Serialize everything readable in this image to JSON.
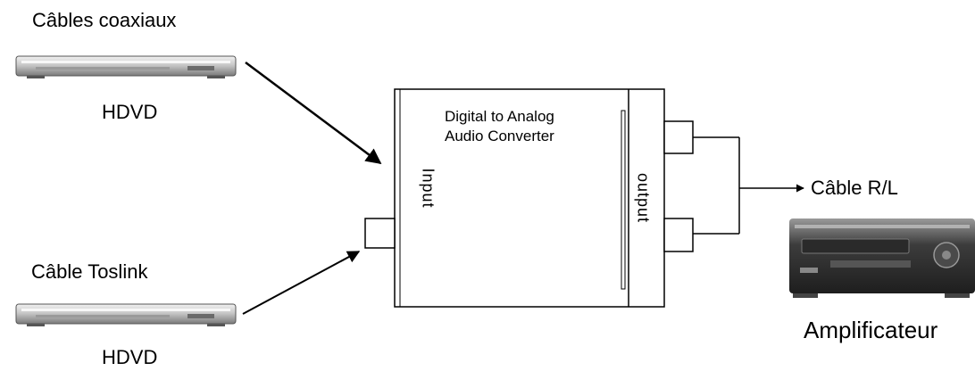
{
  "labels": {
    "top_cable": "Câbles coaxiaux",
    "top_player": "HDVD",
    "bottom_cable": "Câble Toslink",
    "bottom_player": "HDVD",
    "converter_line1": "Digital  to Analog",
    "converter_line2": "Audio Converter",
    "input": "Input",
    "output": "output",
    "output_cable": "Câble R/L",
    "amplifier": "Amplificateur"
  },
  "icons": {
    "top_player": "dvd-player-icon",
    "bottom_player": "dvd-player-icon",
    "amplifier": "amplifier-icon"
  }
}
